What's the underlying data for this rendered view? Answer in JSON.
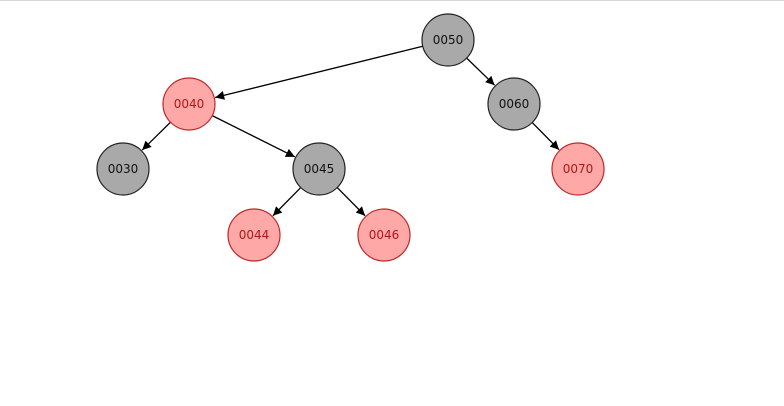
{
  "tree": {
    "colors": {
      "black_fill": "#a9a9a9",
      "black_stroke": "#222222",
      "black_text": "#111111",
      "red_fill": "#ffa8a8",
      "red_stroke": "#c02828",
      "red_text": "#b01818",
      "edge": "#000000"
    },
    "nodes": [
      {
        "id": "n50",
        "label": "0050",
        "color": "black"
      },
      {
        "id": "n40",
        "label": "0040",
        "color": "red"
      },
      {
        "id": "n60",
        "label": "0060",
        "color": "black"
      },
      {
        "id": "n30",
        "label": "0030",
        "color": "black"
      },
      {
        "id": "n45",
        "label": "0045",
        "color": "black"
      },
      {
        "id": "n70",
        "label": "0070",
        "color": "red"
      },
      {
        "id": "n44",
        "label": "0044",
        "color": "red"
      },
      {
        "id": "n46",
        "label": "0046",
        "color": "red"
      }
    ],
    "edges": [
      {
        "from": "n50",
        "to": "n40"
      },
      {
        "from": "n50",
        "to": "n60"
      },
      {
        "from": "n40",
        "to": "n30"
      },
      {
        "from": "n40",
        "to": "n45"
      },
      {
        "from": "n60",
        "to": "n70"
      },
      {
        "from": "n45",
        "to": "n44"
      },
      {
        "from": "n45",
        "to": "n46"
      }
    ]
  }
}
